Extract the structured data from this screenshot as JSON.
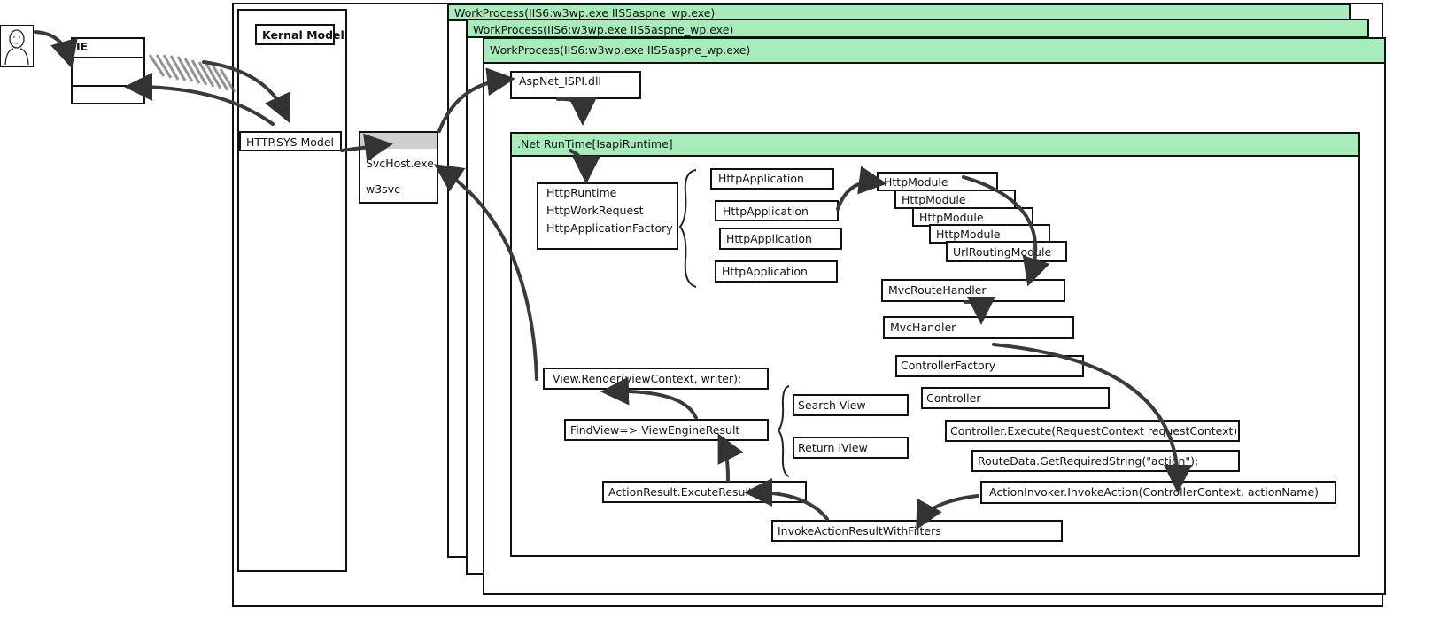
{
  "browser": {
    "label": "IE"
  },
  "kernel": {
    "kernal_model": "Kernal Model",
    "http_sys": "HTTP.SYS Model"
  },
  "svchost": {
    "name": "SvcHost.exe",
    "service": "w3svc"
  },
  "work_process": {
    "title_1": "WorkProcess(IIS6:w3wp.exe   IIS5aspne_wp.exe)",
    "title_2": "WorkProcess(IIS6:w3wp.exe   IIS5aspne_wp.exe)",
    "title_3": "WorkProcess(IIS6:w3wp.exe   IIS5aspne_wp.exe)",
    "isapi": "AspNet_ISPI.dll"
  },
  "runtime": {
    "title": ".Net RunTime[IsapiRuntime]",
    "http_runtime": [
      "HttpRuntime",
      "HttpWorkRequest",
      "HttpApplicationFactory"
    ],
    "http_applications": [
      "HttpApplication",
      "HttpApplication",
      "HttpApplication",
      "HttpApplication"
    ],
    "http_modules": [
      "HttpModule",
      "HttpModule",
      "HttpModule",
      "HttpModule"
    ],
    "url_routing_module": "UrlRoutingModule",
    "mvc_route_handler": "MvcRouteHandler",
    "mvc_handler": "MvcHandler",
    "controller_factory": "ControllerFactory",
    "controller": "Controller",
    "controller_execute": "Controller.Execute(RequestContext requestContext)",
    "route_data": "RouteData.GetRequiredString(\"action\");",
    "action_invoker": "ActionInvoker.InvokeAction(ControllerContext, actionName)",
    "invoke_action_result": "InvokeActionResultWithFilters",
    "action_result": "ActionResult.ExcuteResult",
    "find_view": "FindView=>  ViewEngineResult",
    "search_view": "Search View",
    "return_iview": "Return IView",
    "view_render": "View.Render(viewContext, writer);"
  }
}
